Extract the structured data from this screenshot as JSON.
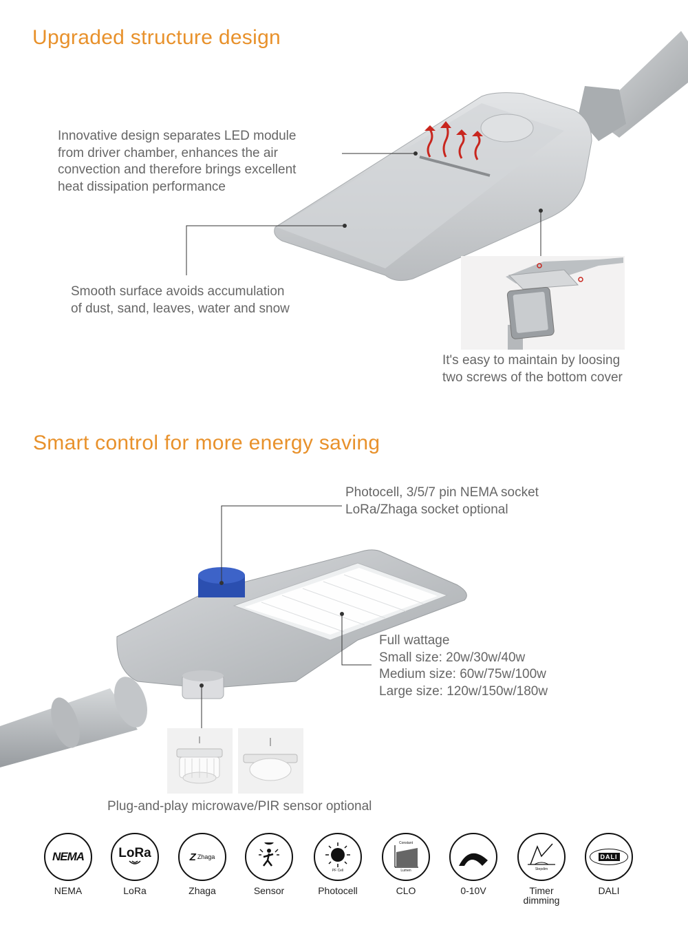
{
  "section1": {
    "title": "Upgraded structure design",
    "callout_heat": "Innovative design separates LED module\nfrom driver chamber, enhances the air\nconvection and therefore brings excellent\nheat dissipation performance",
    "callout_surface": "Smooth surface avoids accumulation\nof dust, sand, leaves, water and snow",
    "callout_maintain": "It's easy to maintain by loosing\ntwo screws of the bottom cover"
  },
  "section2": {
    "title": "Smart control for more energy saving",
    "callout_socket": "Photocell, 3/5/7 pin NEMA socket\nLoRa/Zhaga socket optional",
    "callout_wattage": "Full wattage\nSmall size: 20w/30w/40w\nMedium size: 60w/75w/100w\nLarge size: 120w/150w/180w",
    "callout_sensor": "Plug-and-play microwave/PIR sensor optional"
  },
  "features": [
    {
      "label": "NEMA",
      "icon": "nema-icon",
      "mark": "NEMA"
    },
    {
      "label": "LoRa",
      "icon": "lora-icon",
      "mark": "LoRa"
    },
    {
      "label": "Zhaga",
      "icon": "zhaga-icon",
      "mark": "Zhaga"
    },
    {
      "label": "Sensor",
      "icon": "sensor-icon"
    },
    {
      "label": "Photocell",
      "icon": "photocell-icon",
      "sub": "PF Cell"
    },
    {
      "label": "CLO",
      "icon": "clo-icon",
      "top": "Constant",
      "bottom": "Lumen"
    },
    {
      "label": "0-10V",
      "icon": "dimming-0-10v-icon"
    },
    {
      "label": "Timer\ndimming",
      "icon": "timer-dimming-icon",
      "sub": "Stepdim"
    },
    {
      "label": "DALI",
      "icon": "dali-icon",
      "mark": "DALI"
    }
  ],
  "colors": {
    "accent": "#e8912b",
    "heat_arrows": "#c8261e",
    "socket_blue": "#2b4fb0",
    "housing": "#c4c7ca"
  }
}
